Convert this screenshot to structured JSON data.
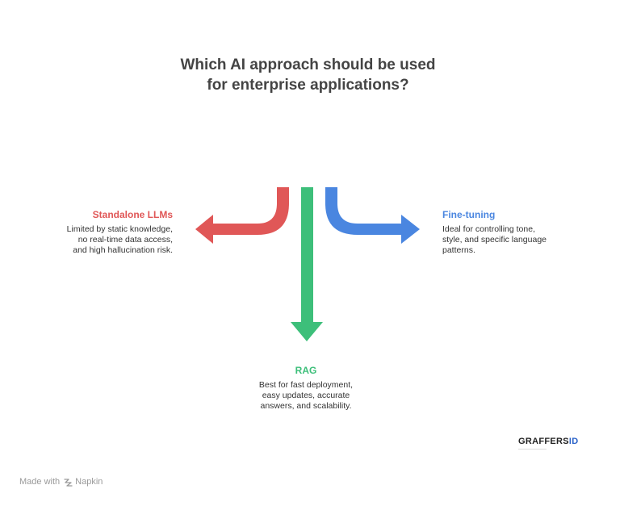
{
  "title": {
    "line1": "Which AI approach should be used",
    "line2": "for enterprise applications?"
  },
  "options": {
    "left": {
      "heading": "Standalone LLMs",
      "desc": [
        "Limited by static knowledge,",
        "no real-time data access,",
        "and high hallucination risk."
      ],
      "color": "#e05757",
      "direction": "left"
    },
    "bottom": {
      "heading": "RAG",
      "desc": [
        "Best for fast deployment,",
        "easy updates, accurate",
        "answers, and scalability."
      ],
      "color": "#3dbf7a",
      "direction": "down"
    },
    "right": {
      "heading": "Fine-tuning",
      "desc": [
        "Ideal for controlling tone,",
        "style, and specific language",
        "patterns."
      ],
      "color": "#4a86e0",
      "direction": "right"
    }
  },
  "logo": {
    "brand": "GraffersID",
    "brand_main": "GRAFFERS",
    "brand_accent": "ID",
    "icon": "graffersid-logo"
  },
  "footer": {
    "made_with": "Made with",
    "app": "Napkin",
    "icon": "napkin-icon"
  }
}
